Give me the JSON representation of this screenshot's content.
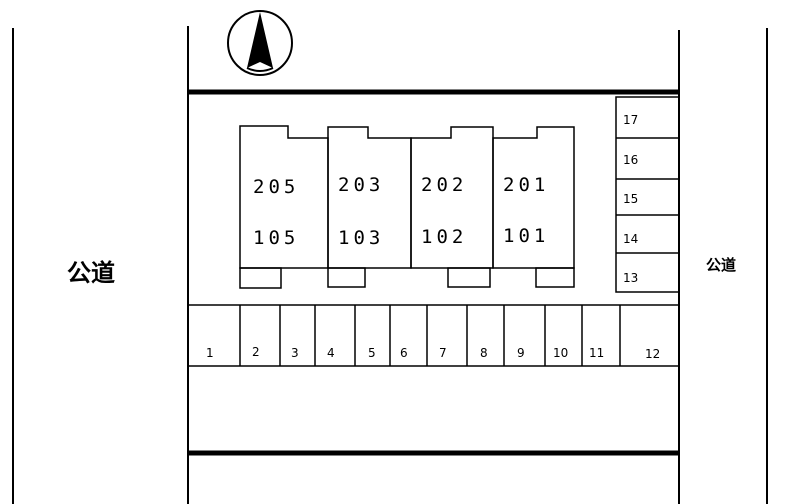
{
  "roads": {
    "left_label": "公道",
    "right_label": "公道"
  },
  "buildings": [
    {
      "upper_unit": "205",
      "lower_unit": "105"
    },
    {
      "upper_unit": "203",
      "lower_unit": "103"
    },
    {
      "upper_unit": "202",
      "lower_unit": "102"
    },
    {
      "upper_unit": "201",
      "lower_unit": "101"
    }
  ],
  "bottom_parking": [
    "1",
    "2",
    "3",
    "4",
    "5",
    "6",
    "7",
    "8",
    "9",
    "10",
    "11",
    "12"
  ],
  "side_parking": [
    "17",
    "16",
    "15",
    "14",
    "13"
  ],
  "compass": {
    "icon": "north-arrow-icon"
  }
}
